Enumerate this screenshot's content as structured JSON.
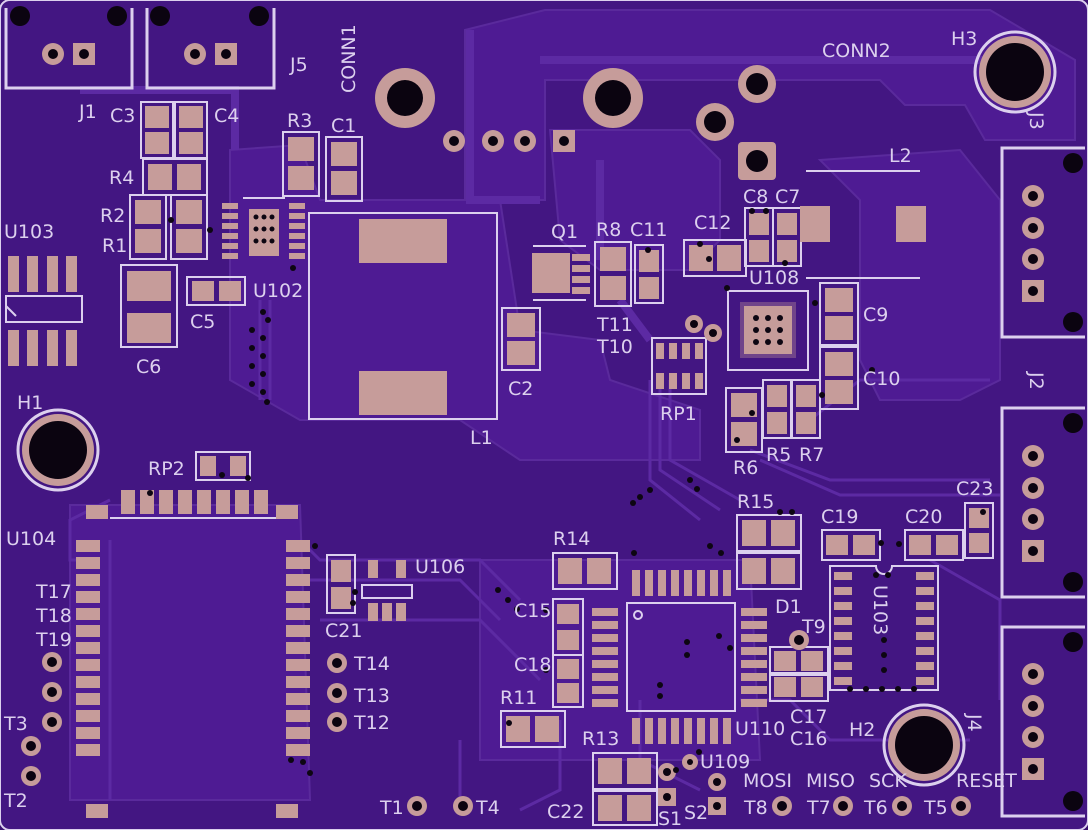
{
  "board": {
    "colors": {
      "substrate": "#431682",
      "copper_pour": "#4e1b93",
      "trace": "#5c2aa3",
      "pad": "#c69c9a",
      "silkscreen": "#dcd0ee",
      "hole": "#0b0410",
      "via": "#0d0612"
    }
  },
  "labels": {
    "j1": "J1",
    "j5": "J5",
    "conn1": "CONN1",
    "conn2": "CONN2",
    "h3": "H3",
    "j3": "J3",
    "c3": "C3",
    "c4": "C4",
    "r3": "R3",
    "c1": "C1",
    "r4": "R4",
    "r2": "R2",
    "r1": "R1",
    "u103": "U103",
    "u102": "U102",
    "c5": "C5",
    "c6": "C6",
    "q1": "Q1",
    "r8": "R8",
    "c11": "C11",
    "c12": "C12",
    "c8": "C8",
    "c7": "C7",
    "l2": "L2",
    "u108": "U108",
    "c9": "C9",
    "c10": "C10",
    "t11": "T11",
    "t10": "T10",
    "c2": "C2",
    "l1": "L1",
    "rp1": "RP1",
    "h1": "H1",
    "rp2": "RP2",
    "r6": "R6",
    "r5": "R5",
    "r7": "R7",
    "j2": "J2",
    "u104": "U104",
    "r15": "R15",
    "c19": "C19",
    "c20": "C20",
    "c23": "C23",
    "t17": "T17",
    "t18": "T18",
    "t19": "T19",
    "u106": "U106",
    "r14": "R14",
    "d1": "D1",
    "u103b": "U103",
    "c21": "C21",
    "c15": "C15",
    "t9": "T9",
    "c18": "C18",
    "t14": "T14",
    "t13": "T13",
    "t12": "T12",
    "t3": "T3",
    "r11": "R11",
    "c17": "C17",
    "u110": "U110",
    "c16": "C16",
    "h2": "H2",
    "j4": "J4",
    "t2": "T2",
    "r13": "R13",
    "u109": "U109",
    "mosi": "MOSI",
    "miso": "MISO",
    "sck": "SCK",
    "reset": "RESET",
    "t1": "T1",
    "t4": "T4",
    "c22": "C22",
    "s1": "S1",
    "s2": "S2",
    "t8": "T8",
    "t7": "T7",
    "t6": "T6",
    "t5": "T5"
  }
}
